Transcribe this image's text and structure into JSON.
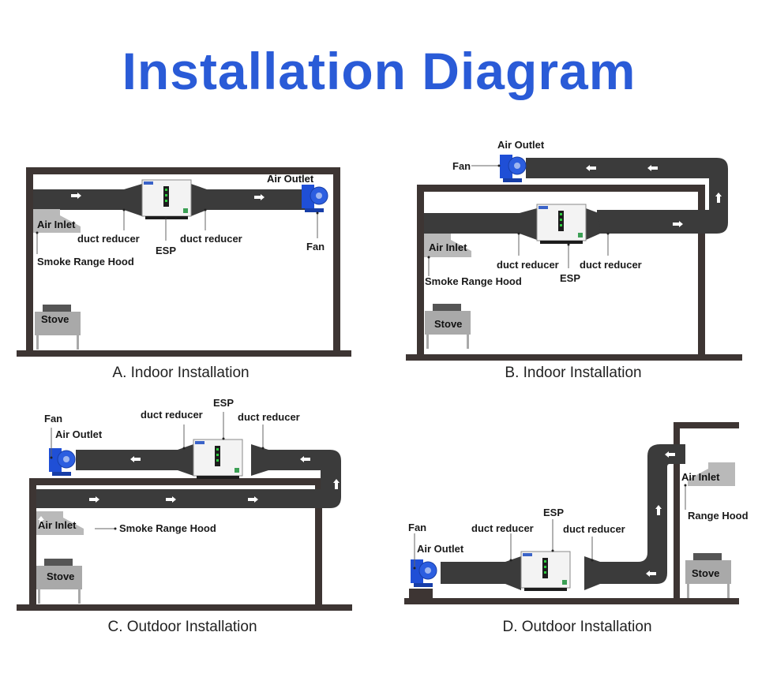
{
  "title": "Installation Diagram",
  "panels": {
    "a": {
      "caption": "A. Indoor Installation",
      "labels": {
        "air_outlet": "Air Outlet",
        "air_inlet": "Air Inlet",
        "duct_reducer_left": "duct reducer",
        "duct_reducer_right": "duct reducer",
        "esp": "ESP",
        "fan": "Fan",
        "smoke_range_hood": "Smoke Range Hood",
        "stove": "Stove"
      }
    },
    "b": {
      "caption": "B. Indoor Installation",
      "labels": {
        "air_outlet": "Air Outlet",
        "fan": "Fan",
        "air_inlet": "Air Inlet",
        "duct_reducer_left": "duct reducer",
        "duct_reducer_right": "duct reducer",
        "esp": "ESP",
        "smoke_range_hood": "Smoke Range Hood",
        "stove": "Stove"
      }
    },
    "c": {
      "caption": "C. Outdoor Installation",
      "labels": {
        "fan": "Fan",
        "air_outlet": "Air Outlet",
        "duct_reducer_left": "duct reducer",
        "esp": "ESP",
        "duct_reducer_right": "duct reducer",
        "air_inlet": "Air Inlet",
        "smoke_range_hood": "Smoke Range Hood",
        "stove": "Stove"
      }
    },
    "d": {
      "caption": "D. Outdoor Installation",
      "labels": {
        "fan": "Fan",
        "air_outlet": "Air Outlet",
        "duct_reducer_left": "duct reducer",
        "esp": "ESP",
        "duct_reducer_right": "duct reducer",
        "air_inlet": "Air Inlet",
        "range_hood": "Range Hood",
        "stove": "Stove"
      }
    }
  },
  "colors": {
    "title": "#2a5bd7",
    "wall": "#3d3533",
    "duct": "#3b3b3b",
    "fan": "#1f4fd6",
    "esp_panel": "#f2f2f2"
  }
}
